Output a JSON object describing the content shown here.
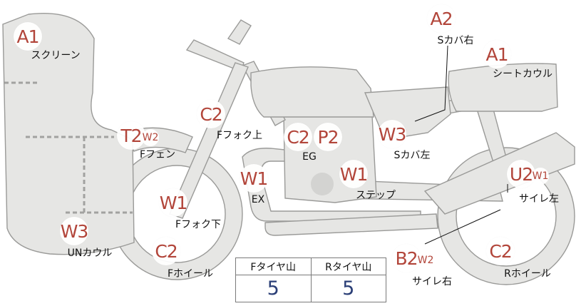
{
  "parts": [
    {
      "id": "screen",
      "grade": "A1",
      "sub": "",
      "label": "スクリーン"
    },
    {
      "id": "side-cover-r",
      "grade": "A2",
      "sub": "",
      "label": "Sカバ右"
    },
    {
      "id": "seat-cowl",
      "grade": "A1",
      "sub": "",
      "label": "シートカウル"
    },
    {
      "id": "f-fork-upper",
      "grade": "C2",
      "sub": "",
      "label": "Fフォク上"
    },
    {
      "id": "f-fender",
      "grade": "T2",
      "sub": "W2",
      "label": "Fフェン"
    },
    {
      "id": "engine",
      "grade": "C2",
      "sub": "",
      "label": "EG"
    },
    {
      "id": "engine-p",
      "grade": "P2",
      "sub": "",
      "label": ""
    },
    {
      "id": "side-cover-l",
      "grade": "W3",
      "sub": "",
      "label": "Sカバ左"
    },
    {
      "id": "exhaust",
      "grade": "W1",
      "sub": "",
      "label": "EX"
    },
    {
      "id": "step",
      "grade": "W1",
      "sub": "",
      "label": "ステップ"
    },
    {
      "id": "muffler-l",
      "grade": "U2",
      "sub": "W1",
      "label": "サイレ左"
    },
    {
      "id": "f-fork-lower",
      "grade": "W1",
      "sub": "",
      "label": "Fフォク下"
    },
    {
      "id": "under-cowl",
      "grade": "W3",
      "sub": "",
      "label": "UNカウル"
    },
    {
      "id": "f-wheel",
      "grade": "C2",
      "sub": "",
      "label": "Fホイール"
    },
    {
      "id": "muffler-r",
      "grade": "B2",
      "sub": "W2",
      "label": "サイレ右"
    },
    {
      "id": "r-wheel",
      "grade": "C2",
      "sub": "",
      "label": "Rホイール"
    }
  ],
  "tire_table": {
    "front_header": "Fタイヤ山",
    "rear_header": "Rタイヤ山",
    "front_value": "5",
    "rear_value": "5"
  },
  "colors": {
    "grade": "#b2453a",
    "value": "#2b3f77",
    "body": "#e6e6e4",
    "outline": "#9a9a98"
  }
}
